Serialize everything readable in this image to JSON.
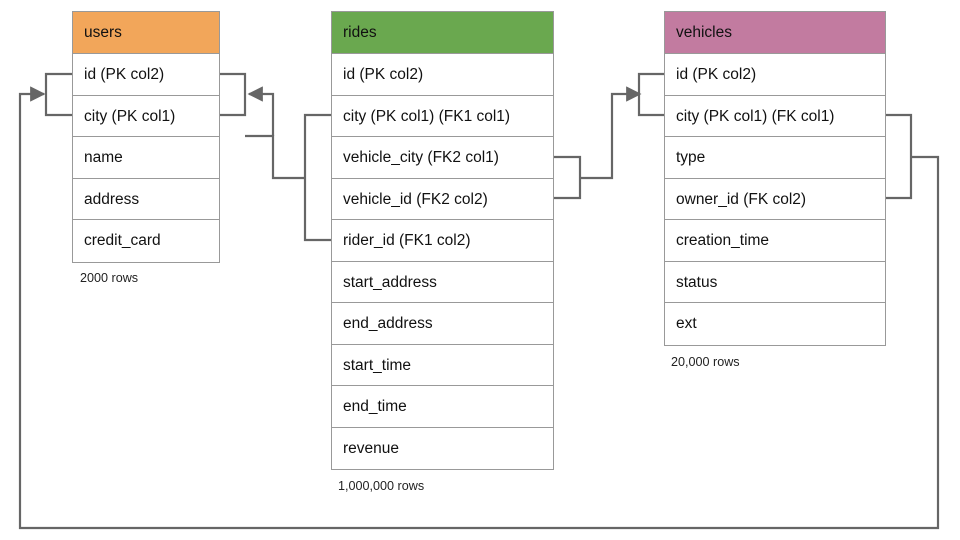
{
  "diagram": {
    "title_hidden": "",
    "entities": [
      {
        "name": "users",
        "header_color": "#F2A65A",
        "row_count": "2000 rows",
        "fields": [
          "id (PK col2)",
          "city (PK col1)",
          "name",
          "address",
          "credit_card"
        ]
      },
      {
        "name": "rides",
        "header_color": "#6AA84F",
        "row_count": "1,000,000 rows",
        "fields": [
          "id (PK col2)",
          "city (PK col1) (FK1 col1)",
          "vehicle_city (FK2 col1)",
          "vehicle_id (FK2 col2)",
          "rider_id (FK1 col2)",
          "start_address",
          "end_address",
          "start_time",
          "end_time",
          "revenue"
        ]
      },
      {
        "name": "vehicles",
        "header_color": "#C27BA0",
        "row_count": "20,000 rows",
        "fields": [
          "id (PK col2)",
          "city (PK col1) (FK col1)",
          "type",
          "owner_id (FK col2)",
          "creation_time",
          "status",
          "ext"
        ]
      }
    ],
    "relationships": [
      {
        "name": "rides-rider-to-users",
        "from": "rides.city + rides.rider_id",
        "to": "users.id + users.city",
        "line_color": "#666666"
      },
      {
        "name": "rides-vehicle-to-vehicles",
        "from": "rides.vehicle_city + rides.vehicle_id",
        "to": "vehicles.id + vehicles.city",
        "line_color": "#666666"
      },
      {
        "name": "vehicles-owner-to-users",
        "from": "vehicles.city + vehicles.owner_id",
        "to": "users.id + users.city",
        "line_color": "#666666"
      }
    ]
  }
}
